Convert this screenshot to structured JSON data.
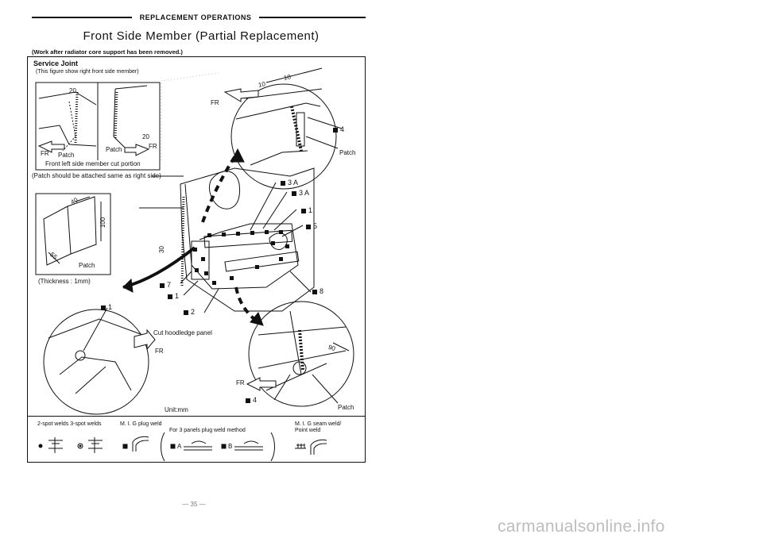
{
  "header": {
    "section": "REPLACEMENT OPERATIONS",
    "title": "Front Side Member (Partial Replacement)",
    "note": "(Work after radiator core support has been removed.)"
  },
  "figure": {
    "service_joint_title": "Service Joint",
    "service_joint_sub": "(This figure show right front side member)",
    "inset_caption": "Front left side member cut portion",
    "patch_note": "(Patch should be attached same as right side)",
    "thickness_note": "(Thickness : 1mm)",
    "cut_label": "Cut hoodledge panel",
    "unit_label": "Unit:mm",
    "patch": "Patch",
    "fr": "FR",
    "dims": {
      "d20a": "20",
      "d20b": "20",
      "d40": "40",
      "d100": "100",
      "d55": "55",
      "d30": "30",
      "d10a": "10",
      "d10b": "10",
      "d90": "90"
    },
    "callouts": {
      "c4a": "4",
      "c3a1": "3 A",
      "c3a2": "3 A",
      "c1a": "1",
      "c5": "5",
      "c7": "7",
      "c1b": "1",
      "c8": "8",
      "c2": "2",
      "c1c": "1",
      "c4b": "4"
    }
  },
  "legend": {
    "spot": "2-spot welds  3-spot welds",
    "mig_plug": "M. I. G plug weld",
    "three_panels": "For 3 panels plug weld method",
    "mig_seam_1": "M. I. G seam weld/",
    "mig_seam_2": "Point weld",
    "a": "A",
    "b": "B"
  },
  "footer": {
    "page": "— 35 —",
    "watermark": "carmanualsonline.info"
  }
}
